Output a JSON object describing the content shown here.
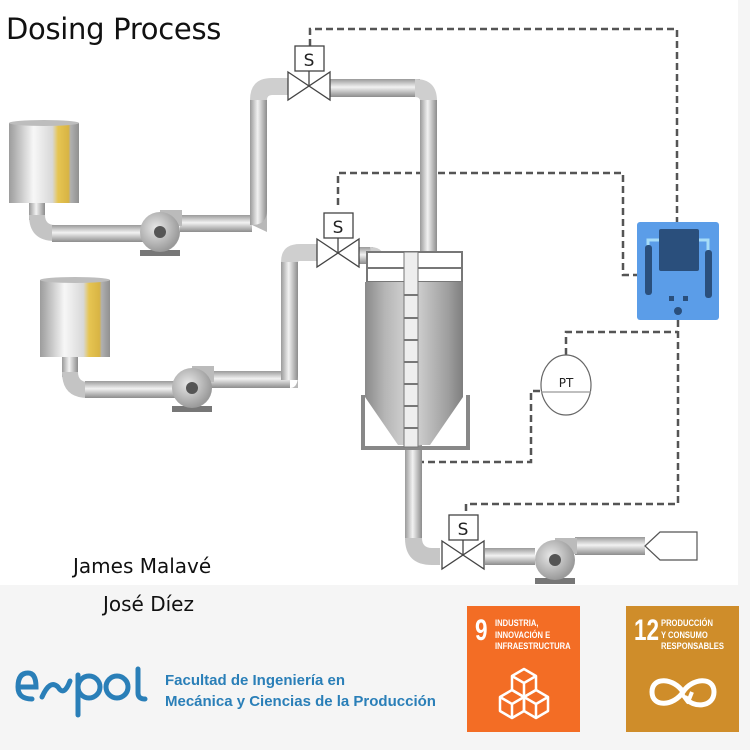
{
  "title": "Dosing Process",
  "authors": [
    "James Malavé",
    "José Díez"
  ],
  "diagram": {
    "valve_label": "S",
    "transmitter_label": "PT",
    "components": [
      "tank-1",
      "tank-2",
      "pump-1",
      "pump-2",
      "pump-3",
      "solenoid-valve-1",
      "solenoid-valve-2",
      "solenoid-valve-3",
      "silo-mixer",
      "pressure-transmitter",
      "controller",
      "outlet-nozzle"
    ]
  },
  "footer": {
    "logo_text": "espol",
    "faculty_line1": "Facultad de Ingeniería en",
    "faculty_line2": "Mecánica y Ciencias de la Producción"
  },
  "sdgs": [
    {
      "number": "9",
      "lines": [
        "INDUSTRIA,",
        "INNOVACIÓN E",
        "INFRAESTRUCTURA"
      ],
      "color": "#f36d25",
      "icon": "cubes-icon"
    },
    {
      "number": "12",
      "lines": [
        "PRODUCCIÓN",
        "Y CONSUMO",
        "RESPONSABLES"
      ],
      "color": "#cf8d2a",
      "icon": "infinity-icon"
    }
  ],
  "colors": {
    "controller": "#5b9de8",
    "controller_dark": "#2a4f7c",
    "espol_blue": "#2a7fb8",
    "signal_line": "#555555"
  }
}
